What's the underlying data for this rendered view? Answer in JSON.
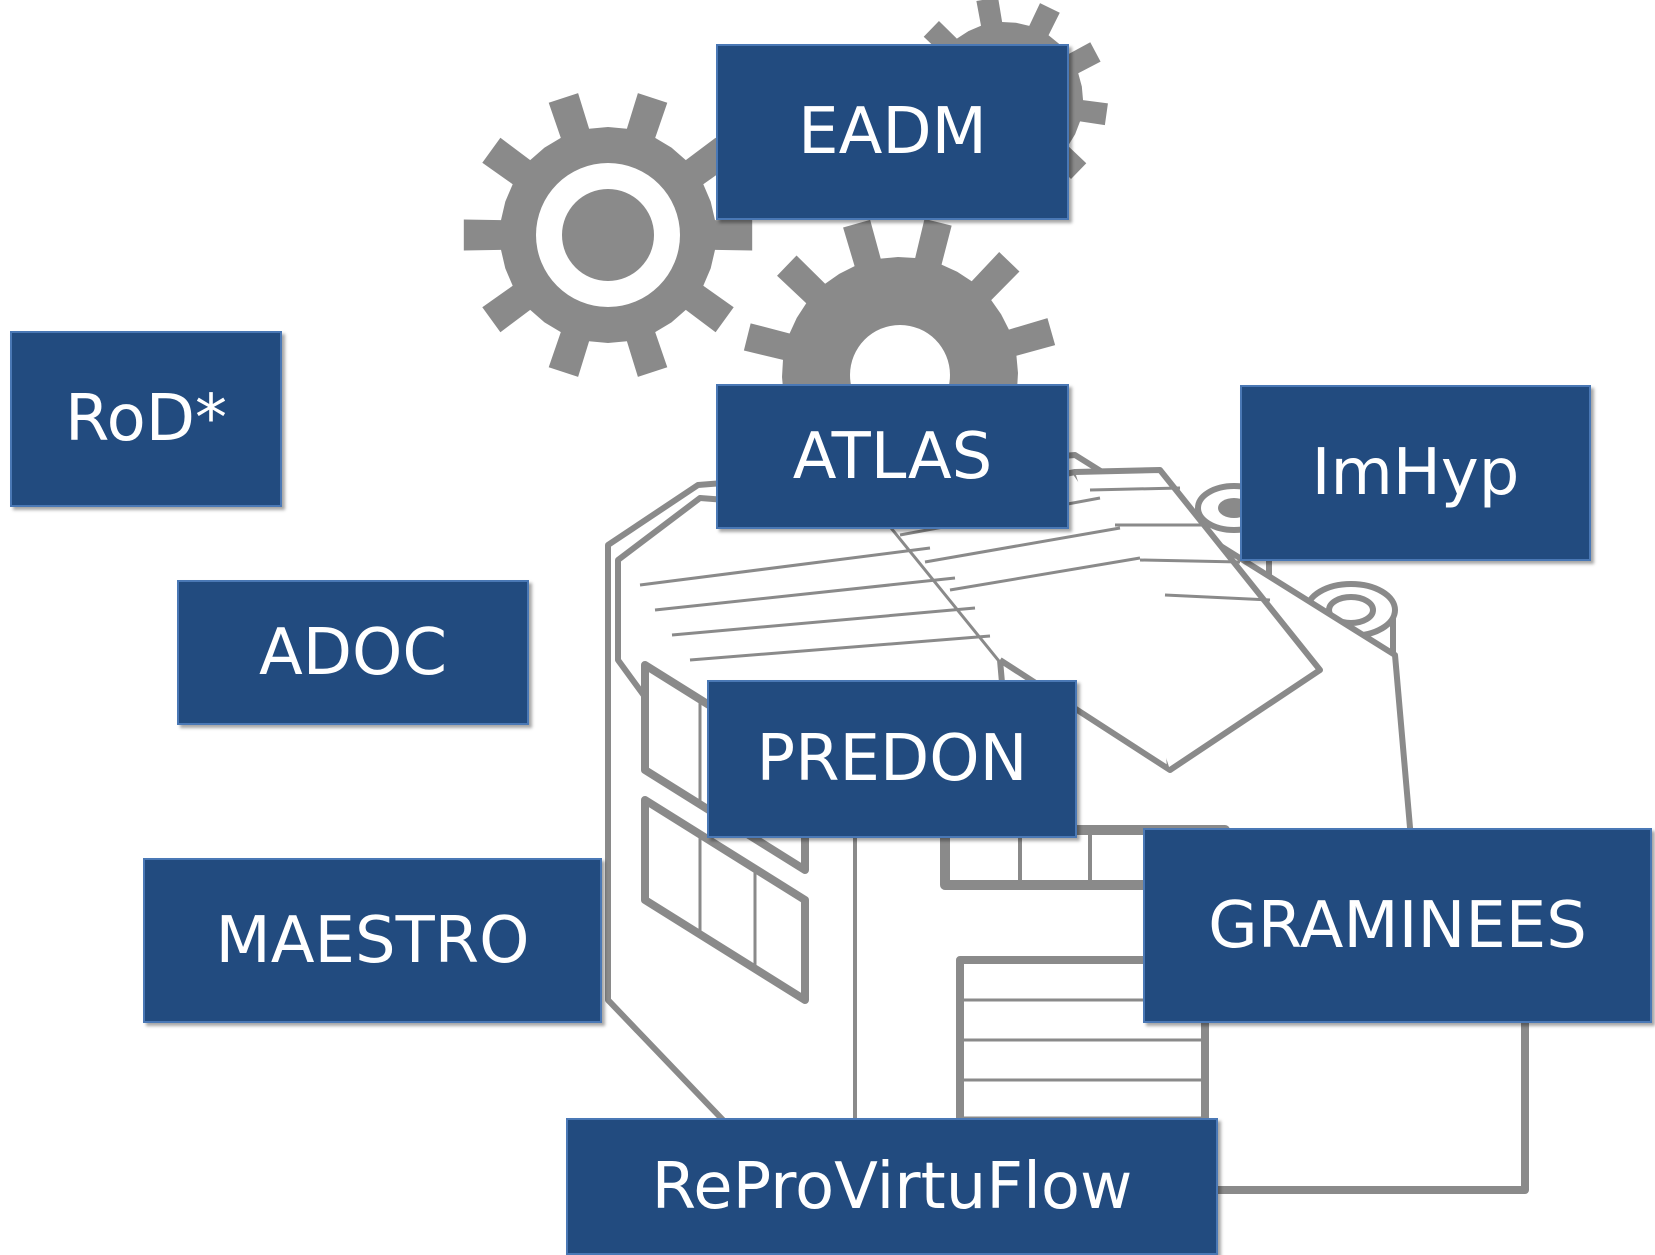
{
  "colors": {
    "box_fill": "#224b7f",
    "box_border": "#4a78b5",
    "box_text": "#ffffff",
    "illustration": "#8a8a8a"
  },
  "illustration": {
    "icons": [
      "gear-icon",
      "gear-icon",
      "gear-icon",
      "factory-building-icon"
    ]
  },
  "labels": {
    "eadm": "EADM",
    "rod": "RoD*",
    "atlas": "ATLAS",
    "imhyp": "ImHyp",
    "adoc": "ADOC",
    "predon": "PREDON",
    "maestro": "MAESTRO",
    "graminees": "GRAMINEES",
    "reprovirtuflow": "ReProVirtuFlow"
  }
}
